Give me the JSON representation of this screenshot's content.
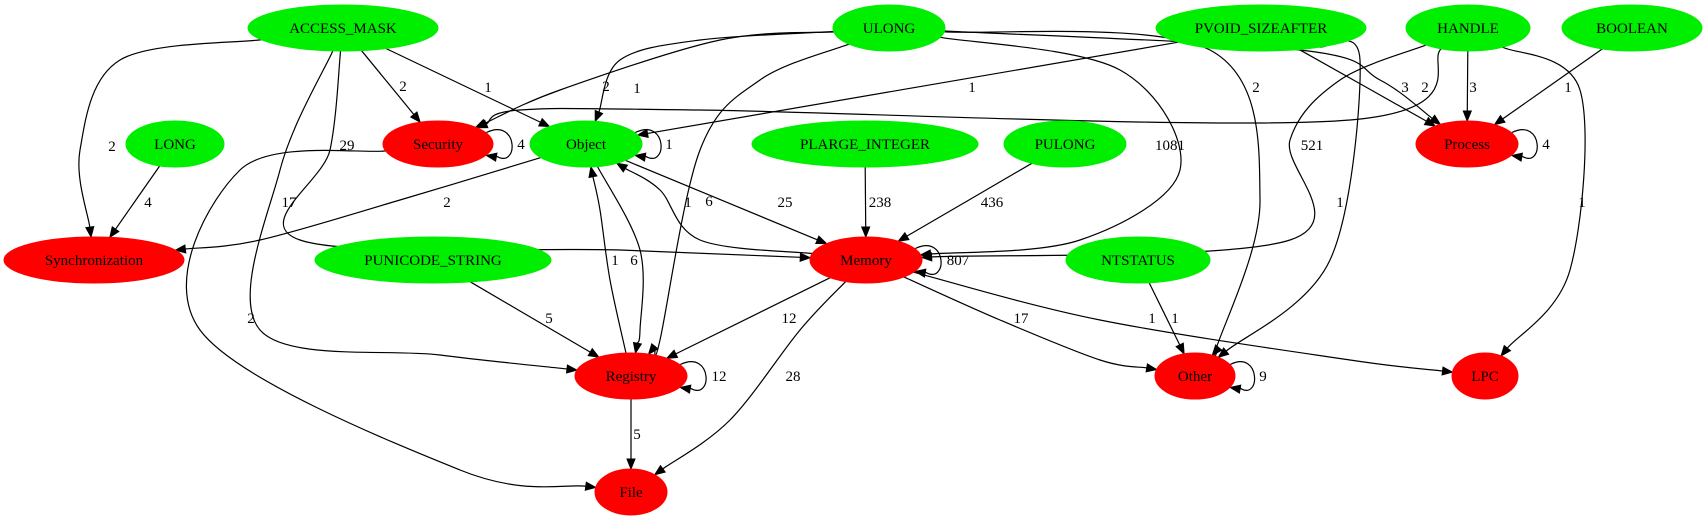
{
  "colors": {
    "type_node": "#00ee00",
    "category_node": "#ff0000",
    "edge": "#000000"
  },
  "nodes": [
    {
      "id": "ACCESS_MASK",
      "label": "ACCESS_MASK",
      "kind": "type"
    },
    {
      "id": "ULONG",
      "label": "ULONG",
      "kind": "type"
    },
    {
      "id": "PVOID_SIZEAFTER",
      "label": "PVOID_SIZEAFTER",
      "kind": "type"
    },
    {
      "id": "HANDLE",
      "label": "HANDLE",
      "kind": "type"
    },
    {
      "id": "BOOLEAN",
      "label": "BOOLEAN",
      "kind": "type"
    },
    {
      "id": "LONG",
      "label": "LONG",
      "kind": "type"
    },
    {
      "id": "Security",
      "label": "Security",
      "kind": "category"
    },
    {
      "id": "Object",
      "label": "Object",
      "kind": "type"
    },
    {
      "id": "PLARGE_INTEGER",
      "label": "PLARGE_INTEGER",
      "kind": "type"
    },
    {
      "id": "PULONG",
      "label": "PULONG",
      "kind": "type"
    },
    {
      "id": "Process",
      "label": "Process",
      "kind": "category"
    },
    {
      "id": "Synchronization",
      "label": "Synchronization",
      "kind": "category"
    },
    {
      "id": "PUNICODE_STRING",
      "label": "PUNICODE_STRING",
      "kind": "type"
    },
    {
      "id": "Memory",
      "label": "Memory",
      "kind": "category"
    },
    {
      "id": "NTSTATUS",
      "label": "NTSTATUS",
      "kind": "type"
    },
    {
      "id": "Registry",
      "label": "Registry",
      "kind": "category"
    },
    {
      "id": "Other",
      "label": "Other",
      "kind": "category"
    },
    {
      "id": "LPC",
      "label": "LPC",
      "kind": "category"
    },
    {
      "id": "File",
      "label": "File",
      "kind": "category"
    }
  ],
  "edges": [
    {
      "from": "ACCESS_MASK",
      "to": "Synchronization",
      "label": "2"
    },
    {
      "from": "ACCESS_MASK",
      "to": "Security",
      "label": "2"
    },
    {
      "from": "ACCESS_MASK",
      "to": "Object",
      "label": "1"
    },
    {
      "from": "ACCESS_MASK",
      "to": "Memory",
      "label": "29"
    },
    {
      "from": "ACCESS_MASK",
      "to": "Registry",
      "label": "17"
    },
    {
      "from": "ULONG",
      "to": "Security",
      "label": "2"
    },
    {
      "from": "ULONG",
      "to": "Object",
      "label": "1"
    },
    {
      "from": "ULONG",
      "to": "Registry",
      "label": "6"
    },
    {
      "from": "ULONG",
      "to": "Memory",
      "label": "1081"
    },
    {
      "from": "ULONG",
      "to": "Other",
      "label": "2"
    },
    {
      "from": "ULONG",
      "to": "Process",
      "label": "3"
    },
    {
      "from": "PVOID_SIZEAFTER",
      "to": "Object",
      "label": "1"
    },
    {
      "from": "PVOID_SIZEAFTER",
      "to": "Process",
      "label": "2"
    },
    {
      "from": "PVOID_SIZEAFTER",
      "to": "Other",
      "label": "1"
    },
    {
      "from": "HANDLE",
      "to": "Security",
      "label": ""
    },
    {
      "from": "HANDLE",
      "to": "Memory",
      "label": "521"
    },
    {
      "from": "HANDLE",
      "to": "Process",
      "label": "3"
    },
    {
      "from": "HANDLE",
      "to": "LPC",
      "label": "1"
    },
    {
      "from": "BOOLEAN",
      "to": "Process",
      "label": "1"
    },
    {
      "from": "LONG",
      "to": "Synchronization",
      "label": "4"
    },
    {
      "from": "Security",
      "to": "Security",
      "label": "4"
    },
    {
      "from": "Security",
      "to": "File",
      "label": "2"
    },
    {
      "from": "Object",
      "to": "Object",
      "label": "1"
    },
    {
      "from": "Object",
      "to": "Synchronization",
      "label": "2"
    },
    {
      "from": "Object",
      "to": "Memory",
      "label": "25"
    },
    {
      "from": "Object",
      "to": "Registry",
      "label": "6"
    },
    {
      "from": "Memory",
      "to": "Object",
      "label": "1"
    },
    {
      "from": "Registry",
      "to": "Object",
      "label": "1"
    },
    {
      "from": "PLARGE_INTEGER",
      "to": "Memory",
      "label": "238"
    },
    {
      "from": "PULONG",
      "to": "Memory",
      "label": "436"
    },
    {
      "from": "Process",
      "to": "Process",
      "label": "4"
    },
    {
      "from": "PUNICODE_STRING",
      "to": "Registry",
      "label": "5"
    },
    {
      "from": "Memory",
      "to": "Memory",
      "label": "807"
    },
    {
      "from": "Memory",
      "to": "Registry",
      "label": "12"
    },
    {
      "from": "Memory",
      "to": "File",
      "label": "28"
    },
    {
      "from": "Memory",
      "to": "Other",
      "label": "17"
    },
    {
      "from": "Memory",
      "to": "LPC",
      "label": "1"
    },
    {
      "from": "NTSTATUS",
      "to": "Other",
      "label": "1"
    },
    {
      "from": "Registry",
      "to": "Registry",
      "label": "12"
    },
    {
      "from": "Registry",
      "to": "File",
      "label": "5"
    },
    {
      "from": "Other",
      "to": "Other",
      "label": "9"
    }
  ]
}
